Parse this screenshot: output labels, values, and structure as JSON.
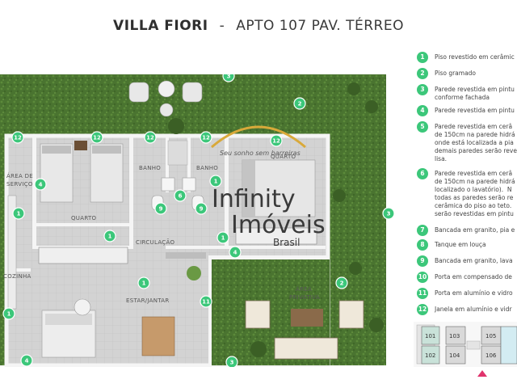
{
  "header": {
    "project": "VILLA FIORI",
    "separator": "-",
    "unit": "APTO 107 PAV. TÉRREO"
  },
  "rooms": {
    "servico": "ÁREA DE\nSERVIÇO",
    "quarto1": "QUARTO",
    "banho1": "BANHO",
    "banho2": "BANHO",
    "quarto2": "QUARTO",
    "circulacao": "CIRCULAÇÃO",
    "cozinha": "COZINHA",
    "estar": "ESTAR/JANTAR",
    "privativa": "ÁREA\nPRIVATIVA"
  },
  "watermark": {
    "slogan": "Seu sonho sem barreiras",
    "line1": "Infinity",
    "line2": "Imóveis",
    "line3": "Brasil"
  },
  "badges": [
    "3",
    "2",
    "12",
    "12",
    "12",
    "12",
    "12",
    "1",
    "4",
    "1",
    "6",
    "1",
    "9",
    "9",
    "1",
    "1",
    "1",
    "4",
    "11",
    "2",
    "3",
    "4",
    "3"
  ],
  "legend": [
    {
      "num": "1",
      "text": "Piso revestido em cerâmic"
    },
    {
      "num": "2",
      "text": "Piso gramado"
    },
    {
      "num": "3",
      "text": "Parede revestida em pintu\nconforme fachada"
    },
    {
      "num": "4",
      "text": "Parede revestida em pintu"
    },
    {
      "num": "5",
      "text": "Parede revestida em cerâ\nde 150cm na parede hidrá\nonde está localizada a pia\ndemais paredes serão reve\nlisa."
    },
    {
      "num": "6",
      "text": "Parede revestida em cerâ\nde 150cm na parede hidrá\nlocalizado o lavatório).  N\ntodas as paredes serão re\ncerâmica do piso ao teto.\nserão revestidas em pintu"
    },
    {
      "num": "7",
      "text": "Bancada em granito, pia e"
    },
    {
      "num": "8",
      "text": "Tanque em louça"
    },
    {
      "num": "9",
      "text": "Bancada em granito, lava"
    },
    {
      "num": "10",
      "text": "Porta em compensado de"
    },
    {
      "num": "11",
      "text": "Porta em alumínio e vidro"
    },
    {
      "num": "12",
      "text": "Janela em alumínio e vidr"
    }
  ],
  "mini_map": [
    "101",
    "102",
    "103",
    "104",
    "105",
    "106"
  ],
  "colors": {
    "badge": "#3cc77a",
    "grass": "#4f7a2f",
    "floor": "#cfcfcf",
    "wall": "#ffffff",
    "marker": "#e0336c"
  }
}
